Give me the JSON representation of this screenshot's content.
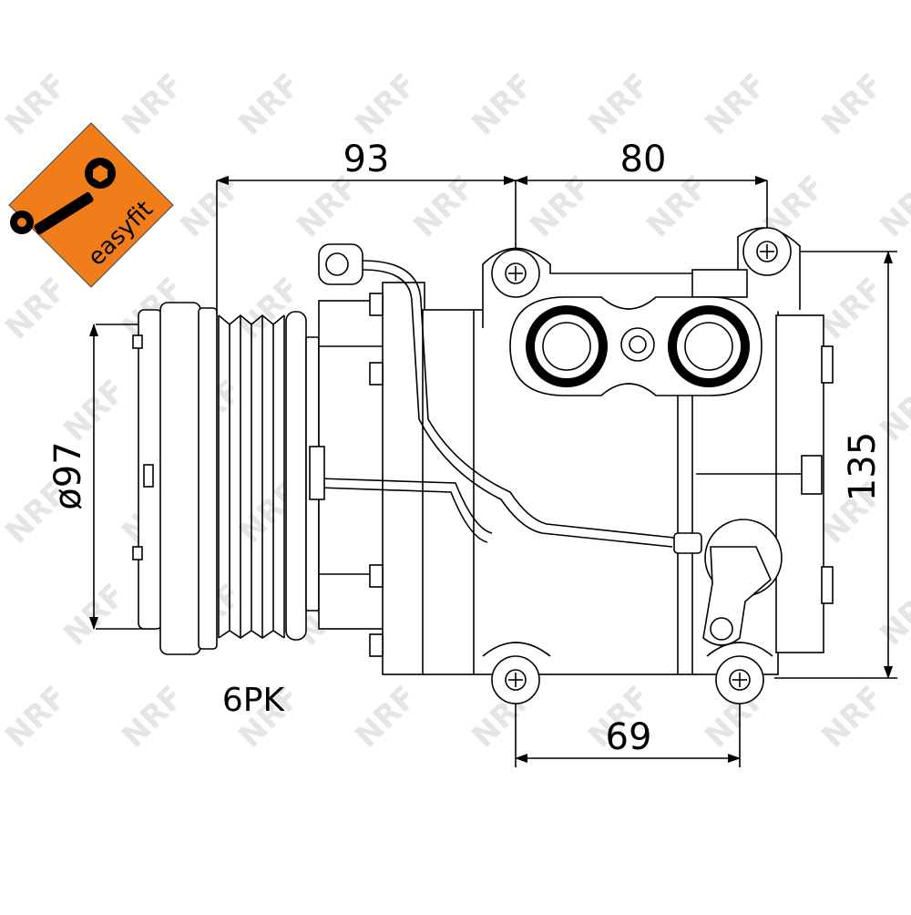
{
  "badge": {
    "label": "easyfit",
    "color": "#f07d1a"
  },
  "watermark": {
    "text": "NRF",
    "color": "#d0d0d0"
  },
  "dimensions": {
    "width_left": "93",
    "width_right": "80",
    "height": "135",
    "pulley_diameter": "ø97",
    "mount_spacing": "69"
  },
  "pulley": {
    "belt_type": "6PK"
  },
  "line_color": "#000000"
}
